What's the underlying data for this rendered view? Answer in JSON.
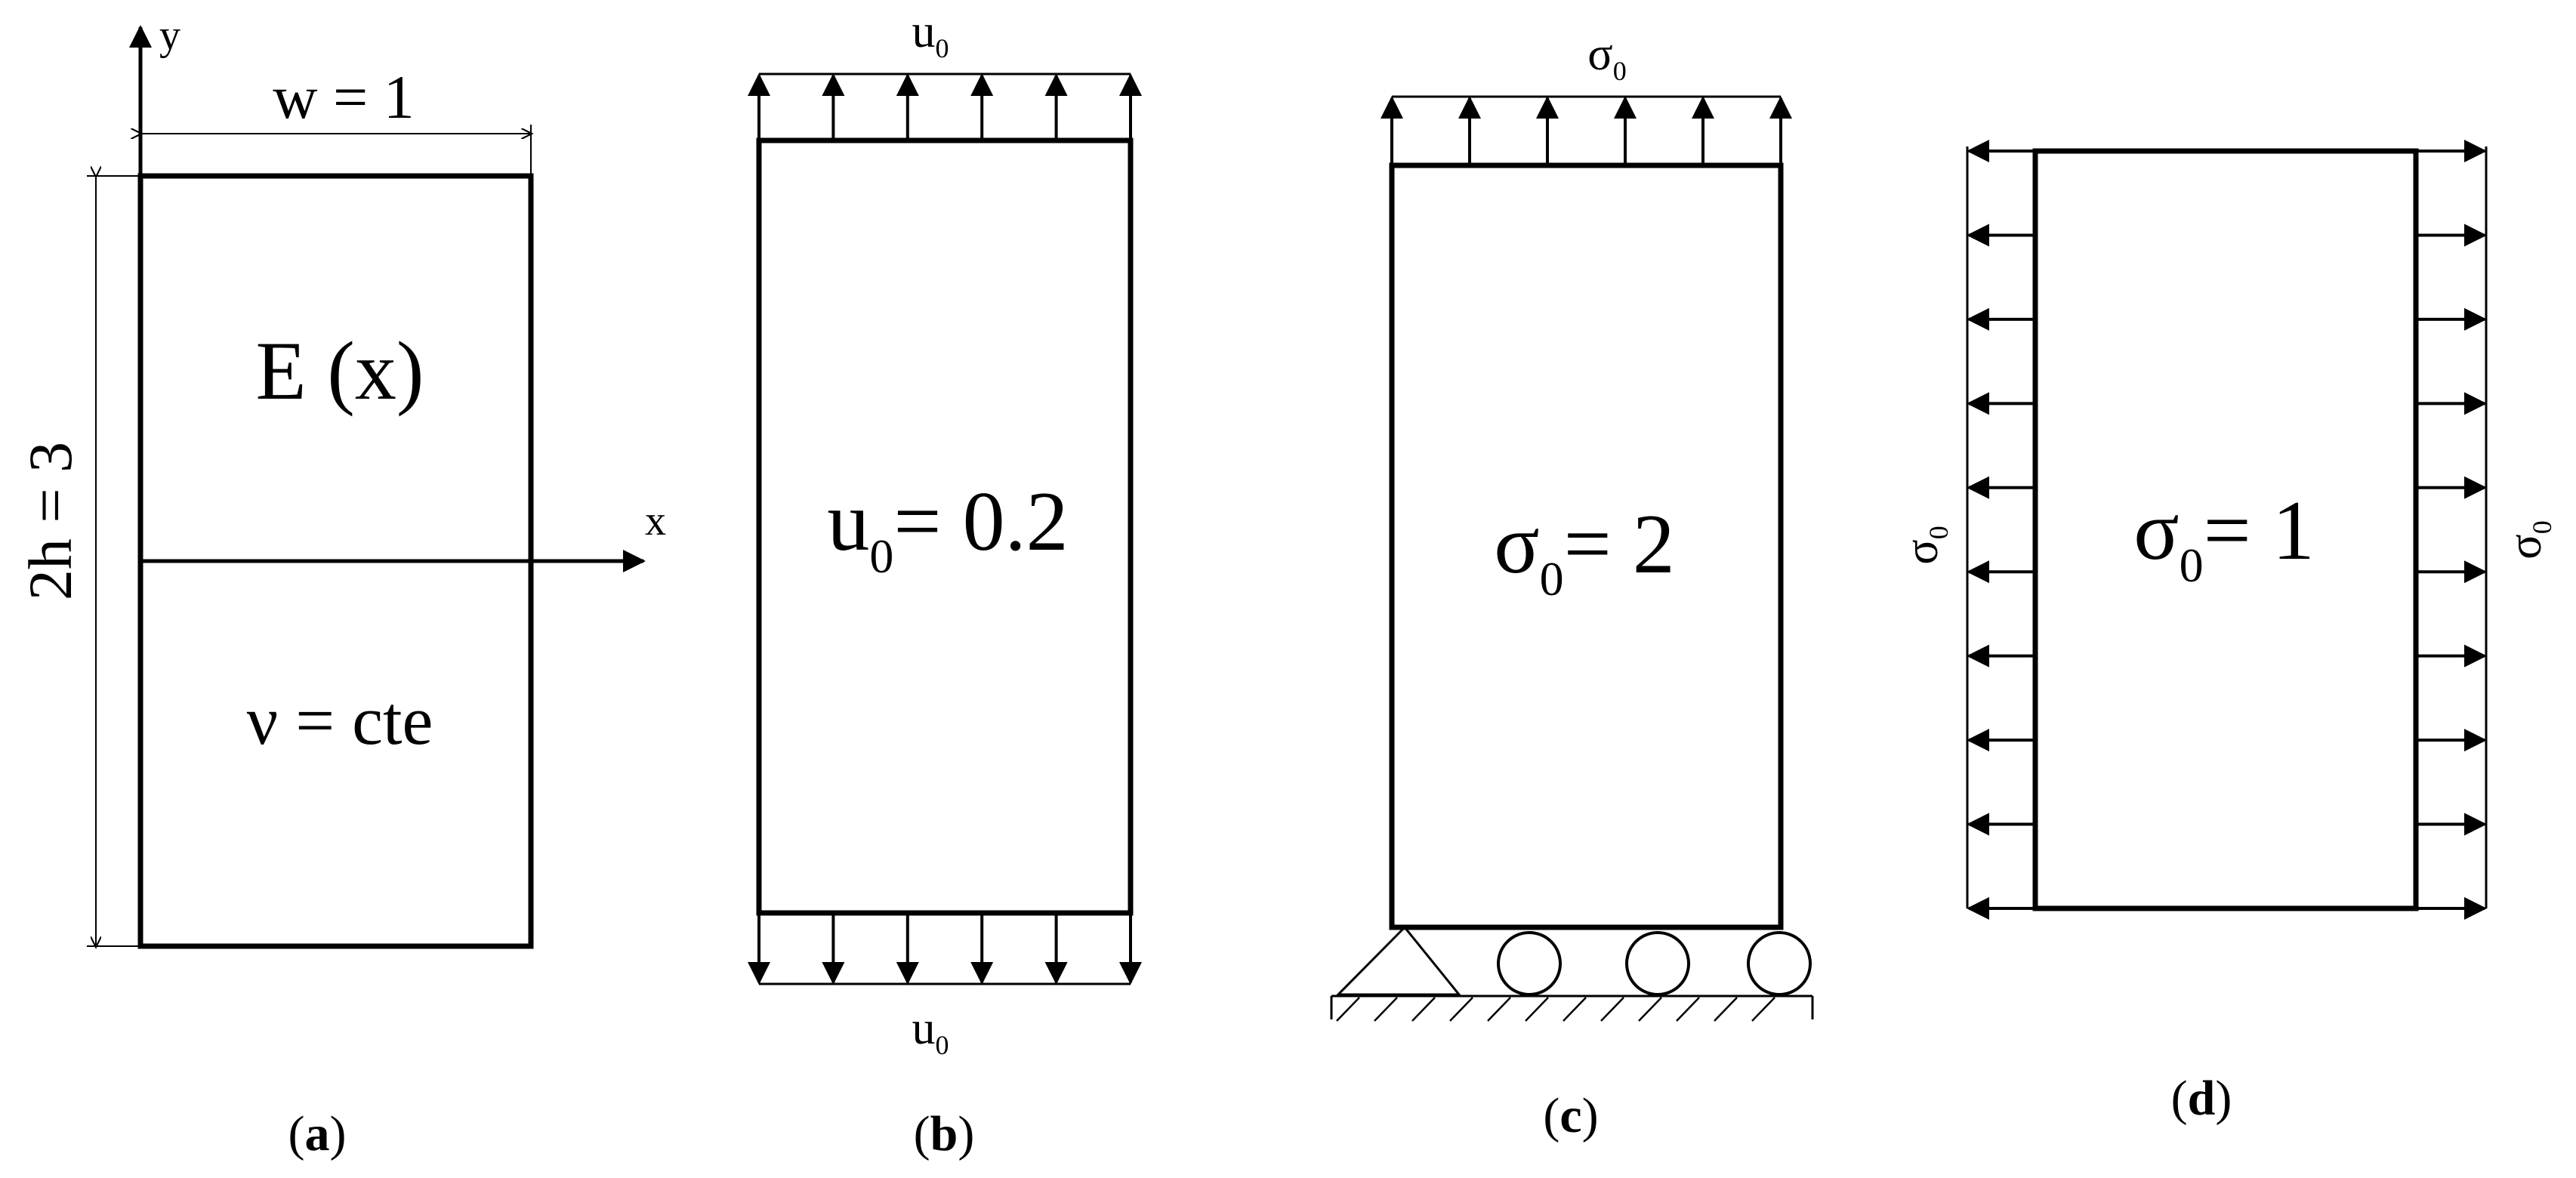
{
  "panels": {
    "a": {
      "caption_open": "(",
      "caption_letter": "a",
      "caption_close": ")",
      "axis_y": "y",
      "axis_x": "x",
      "width_label": "w = 1",
      "height_label": "2h = 3",
      "modulus_label": "E (x)",
      "poisson_label": "ν = cte"
    },
    "b": {
      "caption_open": "(",
      "caption_letter": "b",
      "caption_close": ")",
      "top_load_base": "u",
      "top_load_sub": "0",
      "bottom_load_base": "u",
      "bottom_load_sub": "0",
      "value_base": "u",
      "value_sub": "0",
      "value_rest": "= 0.2"
    },
    "c": {
      "caption_open": "(",
      "caption_letter": "c",
      "caption_close": ")",
      "top_load_base": "σ",
      "top_load_sub": "0",
      "value_base": "σ",
      "value_sub": "0",
      "value_rest": "= 2"
    },
    "d": {
      "caption_open": "(",
      "caption_letter": "d",
      "caption_close": ")",
      "left_load_base": "σ",
      "left_load_sub": "0",
      "right_load_base": "σ",
      "right_load_sub": "0",
      "value_base": "σ",
      "value_sub": "0",
      "value_rest": "= 1"
    }
  }
}
